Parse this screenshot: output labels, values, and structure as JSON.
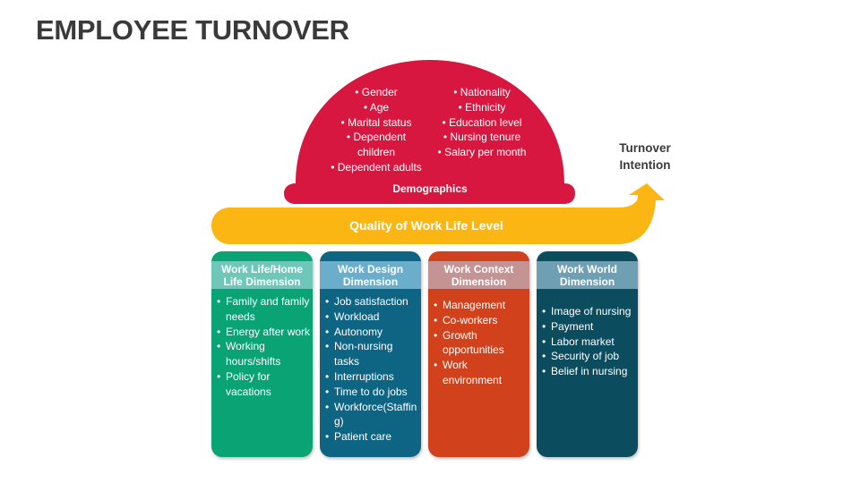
{
  "title": "EMPLOYEE TURNOVER",
  "colors": {
    "demographics": "#d7173f",
    "quality_arrow": "#fbb613",
    "card1": "#0aa374",
    "card1_header": "#6fc7b9",
    "card2": "#0e6583",
    "card2_header": "#6aaecb",
    "card3": "#d0411c",
    "card3_header": "#c49394",
    "card4": "#0b4c5e",
    "card4_header": "#6f9fb3"
  },
  "demographics": {
    "label": "Demographics",
    "left": [
      "• Gender",
      "• Age",
      "• Marital status",
      "• Dependent\nchildren",
      "• Dependent adults"
    ],
    "right": [
      "• Nationality",
      "• Ethnicity",
      "• Education level",
      "• Nursing tenure",
      "• Salary per month"
    ]
  },
  "quality_label": "Quality of Work Life Level",
  "outcome": "Turnover\nIntention",
  "cards": [
    {
      "title": "Work Life/Home Life Dimension",
      "items": [
        "Family and family needs",
        "Energy after work",
        "Working hours/shifts",
        "Policy for vacations"
      ]
    },
    {
      "title": "Work Design Dimension",
      "items": [
        "Job satisfaction",
        "Workload",
        "Autonomy",
        "Non-nursing tasks",
        "Interruptions",
        "Time to do jobs",
        "Workforce(Staffing)",
        "Patient care"
      ]
    },
    {
      "title": "Work Context Dimension",
      "items": [
        "Management",
        "Co-workers",
        "Growth opportunities",
        "Work environment"
      ]
    },
    {
      "title": "Work World Dimension",
      "items": [
        "Image of nursing",
        "Payment",
        "Labor market",
        "Security of job",
        "Belief in nursing"
      ]
    }
  ]
}
